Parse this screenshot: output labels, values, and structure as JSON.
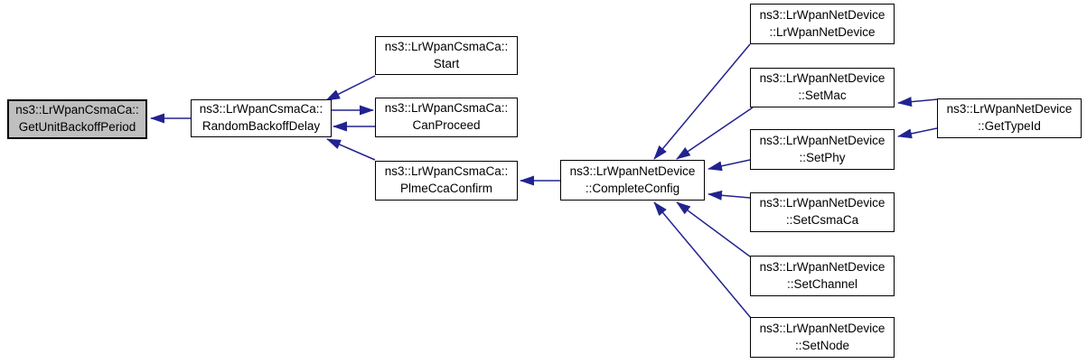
{
  "graph": {
    "type": "doxygen-caller-graph",
    "target_function": "ns3::LrWpanCsmaCa::GetUnitBackoffPeriod",
    "colors": {
      "edge": "#232390",
      "node_border": "#000000",
      "node_fill": "#ffffff",
      "highlight_fill": "#bfbfbf",
      "background": "#ffffff"
    },
    "nodes": [
      {
        "id": "GetUnitBackoffPeriod",
        "line1": "ns3::LrWpanCsmaCa::",
        "line2": "GetUnitBackoffPeriod",
        "highlighted": true
      },
      {
        "id": "RandomBackoffDelay",
        "line1": "ns3::LrWpanCsmaCa::",
        "line2": "RandomBackoffDelay",
        "highlighted": false
      },
      {
        "id": "Start",
        "line1": "ns3::LrWpanCsmaCa::",
        "line2": "Start",
        "highlighted": false
      },
      {
        "id": "CanProceed",
        "line1": "ns3::LrWpanCsmaCa::",
        "line2": "CanProceed",
        "highlighted": false
      },
      {
        "id": "PlmeCcaConfirm",
        "line1": "ns3::LrWpanCsmaCa::",
        "line2": "PlmeCcaConfirm",
        "highlighted": false
      },
      {
        "id": "CompleteConfig",
        "line1": "ns3::LrWpanNetDevice",
        "line2": "::CompleteConfig",
        "highlighted": false
      },
      {
        "id": "LrWpanNetDevice",
        "line1": "ns3::LrWpanNetDevice",
        "line2": "::LrWpanNetDevice",
        "highlighted": false
      },
      {
        "id": "SetMac",
        "line1": "ns3::LrWpanNetDevice",
        "line2": "::SetMac",
        "highlighted": false
      },
      {
        "id": "SetPhy",
        "line1": "ns3::LrWpanNetDevice",
        "line2": "::SetPhy",
        "highlighted": false
      },
      {
        "id": "SetCsmaCa",
        "line1": "ns3::LrWpanNetDevice",
        "line2": "::SetCsmaCa",
        "highlighted": false
      },
      {
        "id": "SetChannel",
        "line1": "ns3::LrWpanNetDevice",
        "line2": "::SetChannel",
        "highlighted": false
      },
      {
        "id": "SetNode",
        "line1": "ns3::LrWpanNetDevice",
        "line2": "::SetNode",
        "highlighted": false
      },
      {
        "id": "GetTypeId",
        "line1": "ns3::LrWpanNetDevice",
        "line2": "::GetTypeId",
        "highlighted": false
      }
    ],
    "edges": [
      {
        "from": "RandomBackoffDelay",
        "to": "GetUnitBackoffPeriod"
      },
      {
        "from": "Start",
        "to": "RandomBackoffDelay"
      },
      {
        "from": "RandomBackoffDelay",
        "to": "CanProceed"
      },
      {
        "from": "CanProceed",
        "to": "RandomBackoffDelay"
      },
      {
        "from": "PlmeCcaConfirm",
        "to": "RandomBackoffDelay"
      },
      {
        "from": "CompleteConfig",
        "to": "PlmeCcaConfirm"
      },
      {
        "from": "LrWpanNetDevice",
        "to": "CompleteConfig"
      },
      {
        "from": "SetMac",
        "to": "CompleteConfig"
      },
      {
        "from": "SetPhy",
        "to": "CompleteConfig"
      },
      {
        "from": "SetCsmaCa",
        "to": "CompleteConfig"
      },
      {
        "from": "SetChannel",
        "to": "CompleteConfig"
      },
      {
        "from": "SetNode",
        "to": "CompleteConfig"
      },
      {
        "from": "GetTypeId",
        "to": "SetMac"
      },
      {
        "from": "GetTypeId",
        "to": "SetPhy"
      }
    ]
  }
}
